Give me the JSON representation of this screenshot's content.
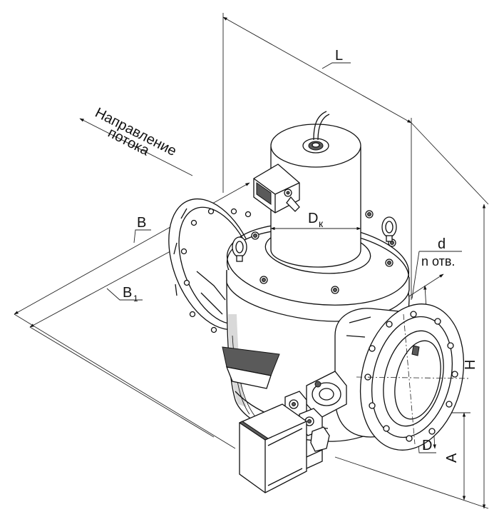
{
  "diagram": {
    "flow_direction_label_line1": "Направление",
    "flow_direction_label_line2": "потока",
    "labels": {
      "L": "L",
      "B": "B",
      "B1_main": "B",
      "B1_sub": "1",
      "Dk_main": "D",
      "Dk_sub": "к",
      "d": "d",
      "n_holes": "n отв.",
      "H": "H",
      "A": "A",
      "D": "D"
    }
  }
}
